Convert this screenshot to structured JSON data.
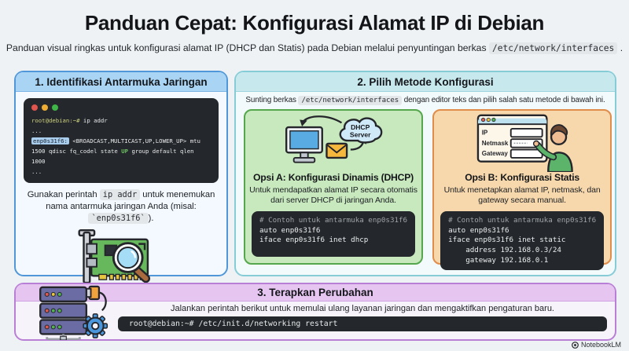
{
  "header": {
    "title": "Panduan Cepat: Konfigurasi Alamat IP di Debian",
    "subtitle_before": "Panduan visual ringkas untuk konfigurasi alamat IP (DHCP dan Statis) pada Debian melalui penyuntingan berkas",
    "subtitle_code": "/etc/network/interfaces",
    "subtitle_after": "."
  },
  "section1": {
    "title": "1. Identifikasi Antarmuka Jaringan",
    "terminal": {
      "prompt": "root@debian:~#",
      "command": "ip addr",
      "ellipsis1": "...",
      "iface": "enp0s31f6:",
      "flags": "<BROADCAST,MULTICAST,UP,LOWER_UP> mtu",
      "line2_pre": "1500 qdisc fq_codel state",
      "line2_up": "UP",
      "line2_post": "group default qlen 1000",
      "ellipsis2": "..."
    },
    "caption_1": "Gunakan perintah",
    "caption_code1": "ip addr",
    "caption_2": "untuk menemukan nama antarmuka jaringan Anda (misal:",
    "caption_code2": "`enp0s31f6`",
    "caption_3": ")."
  },
  "section2": {
    "title": "2. Pilih Metode Konfigurasi",
    "intro_before": "Sunting berkas",
    "intro_code": "/etc/network/interfaces",
    "intro_after": "dengan editor teks dan pilih salah satu metode di bawah ini.",
    "option_a": {
      "cloud_line1": "DHCP",
      "cloud_line2": "Server",
      "title": "Opsi A: Konfigurasi Dinamis (DHCP)",
      "description": "Untuk mendapatkan alamat IP secara otomatis dari server DHCP di jaringan Anda.",
      "code": [
        "# Contoh untuk antarmuka enp0s31f6",
        "auto enp0s31f6",
        "iface enp0s31f6 inet dhcp"
      ]
    },
    "option_b": {
      "form_labels": [
        "IP",
        "Netmask",
        "Gateway"
      ],
      "title": "Opsi B: Konfigurasi Statis",
      "description": "Untuk menetapkan alamat IP, netmask, dan gateway secara manual.",
      "code": [
        "# Contoh untuk antarmuka enp0s31f6",
        "auto enp0s31f6",
        "iface enp0s31f6 inet static",
        "    address 192.168.0.3/24",
        "    gateway 192.168.0.1"
      ]
    }
  },
  "section3": {
    "title": "3. Terapkan Perubahan",
    "description": "Jalankan perintah berikut untuk memulai ulang layanan jaringan dan mengaktifkan pengaturan baru.",
    "terminal_prompt": "root@debian:~#",
    "terminal_command": "/etc/init.d/networking restart"
  },
  "watermark": {
    "label": "NotebookLM"
  },
  "colors": {
    "page_bg": "#eff2f5",
    "panel1_border": "#4f97d8",
    "panel1_header": "#a9d4f4",
    "panel2_border": "#85ccd7",
    "panel2_header": "#c7e9ee",
    "card_dhcp_border": "#55a64d",
    "card_dhcp_bg": "#c8e9bd",
    "card_static_border": "#e08c4a",
    "card_static_bg": "#f7d8ac",
    "panel3_border": "#b97fd6",
    "panel3_header": "#e6c6f1",
    "terminal_bg": "#24272b",
    "prompt_yellow": "#ccd07e",
    "highlight_blue": "#a9cdec",
    "up_green": "#6cc161"
  }
}
